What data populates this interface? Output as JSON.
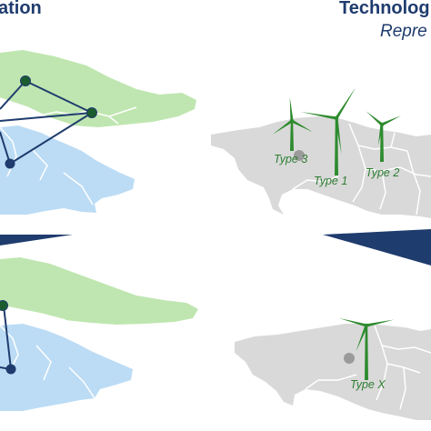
{
  "header_left": "ation",
  "header_right": "Technolog",
  "subheader_right": "Repre",
  "turbines_top": [
    {
      "label": "Type 3"
    },
    {
      "label": "Type 1"
    },
    {
      "label": "Type 2"
    }
  ],
  "turbine_bottom": {
    "label": "Type X"
  },
  "colors": {
    "header": "#1f3c6e",
    "region_green": "#bfe6b0",
    "region_blue": "#bcdcf5",
    "map_grey": "#d9d9d9",
    "node": "#1a5c2e",
    "network_line": "#1f3c6e",
    "turbine": "#2e8b2e",
    "label": "#2e7d32",
    "marker": "#9a9a9a",
    "arrow": "#1f3c6e"
  }
}
